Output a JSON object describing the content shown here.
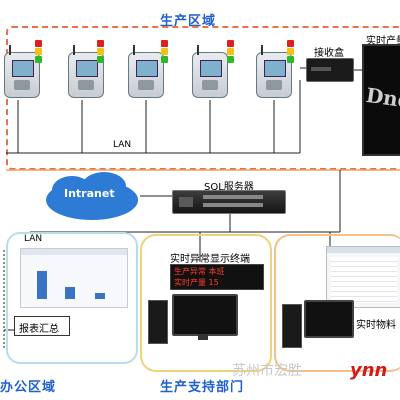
{
  "zones": {
    "production": "生产区域",
    "office": "办公区域",
    "support": "生产支持部门"
  },
  "network": {
    "lan_top": "LAN",
    "lan_bottom": "LAN",
    "intranet": "Intranet",
    "sql_server": "SQL服务器",
    "receiver": "接收盒",
    "realtime_output": "实时产量",
    "realtime_material": "实时物料",
    "report_summary": "报表汇总",
    "andon_terminal": "实时异常显示终端"
  },
  "led_display": {
    "line1": "生产异常   本班",
    "line2": "实时产量 15"
  },
  "big_panel_text": "Dnd",
  "watermark": "苏州市宏胜",
  "logo_text": "ynn"
}
